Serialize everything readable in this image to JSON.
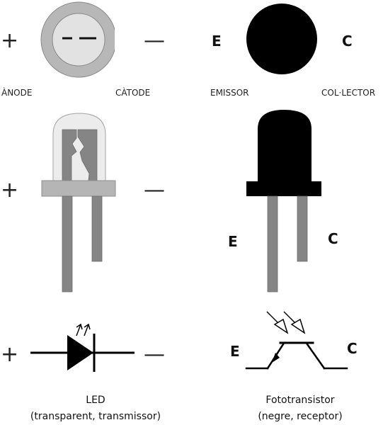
{
  "colors": {
    "lead": "#858585",
    "led_body": "#ececec",
    "led_outline": "#a3a3a3",
    "led_flange": "#b5b5b5",
    "led_top_ring": "#b7b7b7",
    "led_top_center": "#e2e2e2",
    "black": "#000000",
    "stroke": "#111111"
  },
  "led": {
    "top_view": {
      "anode_label": "ÀNODE",
      "cathode_label": "CÀTODE"
    },
    "side_view": {
      "plus": "+",
      "minus": "—"
    },
    "symbol": {
      "plus": "+",
      "minus": "—",
      "icon": "led-symbol-icon"
    },
    "caption": {
      "line1": "LED",
      "line2": "(transparent, transmissor)"
    },
    "top_plus": "+",
    "top_minus": "—"
  },
  "phototransistor": {
    "top_view": {
      "e_letter": "E",
      "c_letter": "C",
      "emitter_label": "EMISSOR",
      "collector_label": "COL·LECTOR"
    },
    "side_view": {
      "e_letter": "E",
      "c_letter": "C"
    },
    "symbol": {
      "e_letter": "E",
      "c_letter": "C",
      "icon": "phototransistor-symbol-icon"
    },
    "caption": {
      "line1": "Fototransistor",
      "line2": "(negre, receptor)"
    }
  }
}
